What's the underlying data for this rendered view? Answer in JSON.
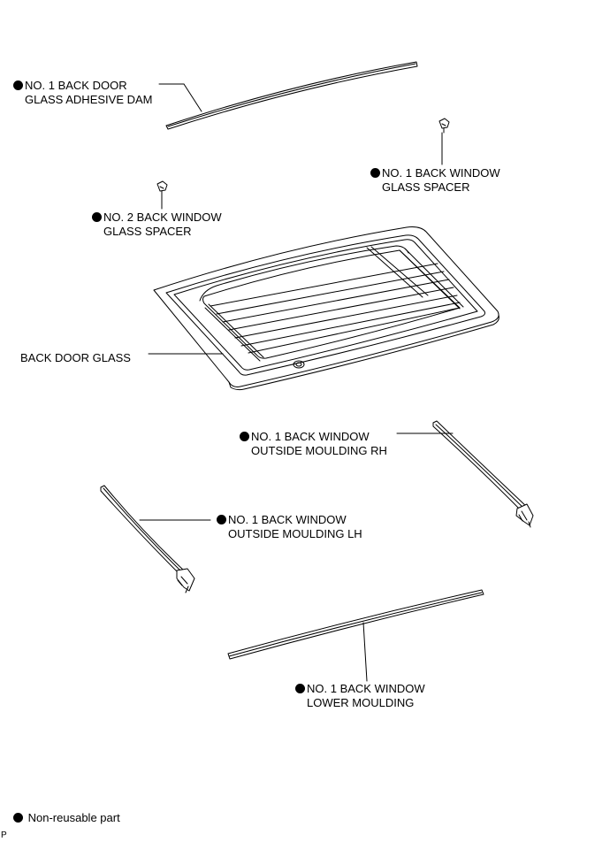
{
  "parts": {
    "adhesive_dam": {
      "line1": "NO. 1 BACK DOOR",
      "line2": "GLASS ADHESIVE DAM",
      "non_reusable": true
    },
    "spacer_1": {
      "line1": "NO. 1 BACK WINDOW",
      "line2": "GLASS SPACER",
      "non_reusable": true
    },
    "spacer_2": {
      "line1": "NO. 2 BACK WINDOW",
      "line2": "GLASS SPACER",
      "non_reusable": true
    },
    "glass": {
      "line1": "BACK DOOR GLASS",
      "non_reusable": false
    },
    "moulding_rh": {
      "line1": "NO. 1 BACK WINDOW",
      "line2": "OUTSIDE MOULDING RH",
      "non_reusable": true
    },
    "moulding_lh": {
      "line1": "NO. 1 BACK WINDOW",
      "line2": "OUTSIDE MOULDING LH",
      "non_reusable": true
    },
    "lower_moulding": {
      "line1": "NO. 1 BACK WINDOW",
      "line2": "LOWER MOULDING",
      "non_reusable": true
    }
  },
  "legend": {
    "symbol": "black-dot",
    "text": "Non-reusable part"
  },
  "page_code": "P"
}
